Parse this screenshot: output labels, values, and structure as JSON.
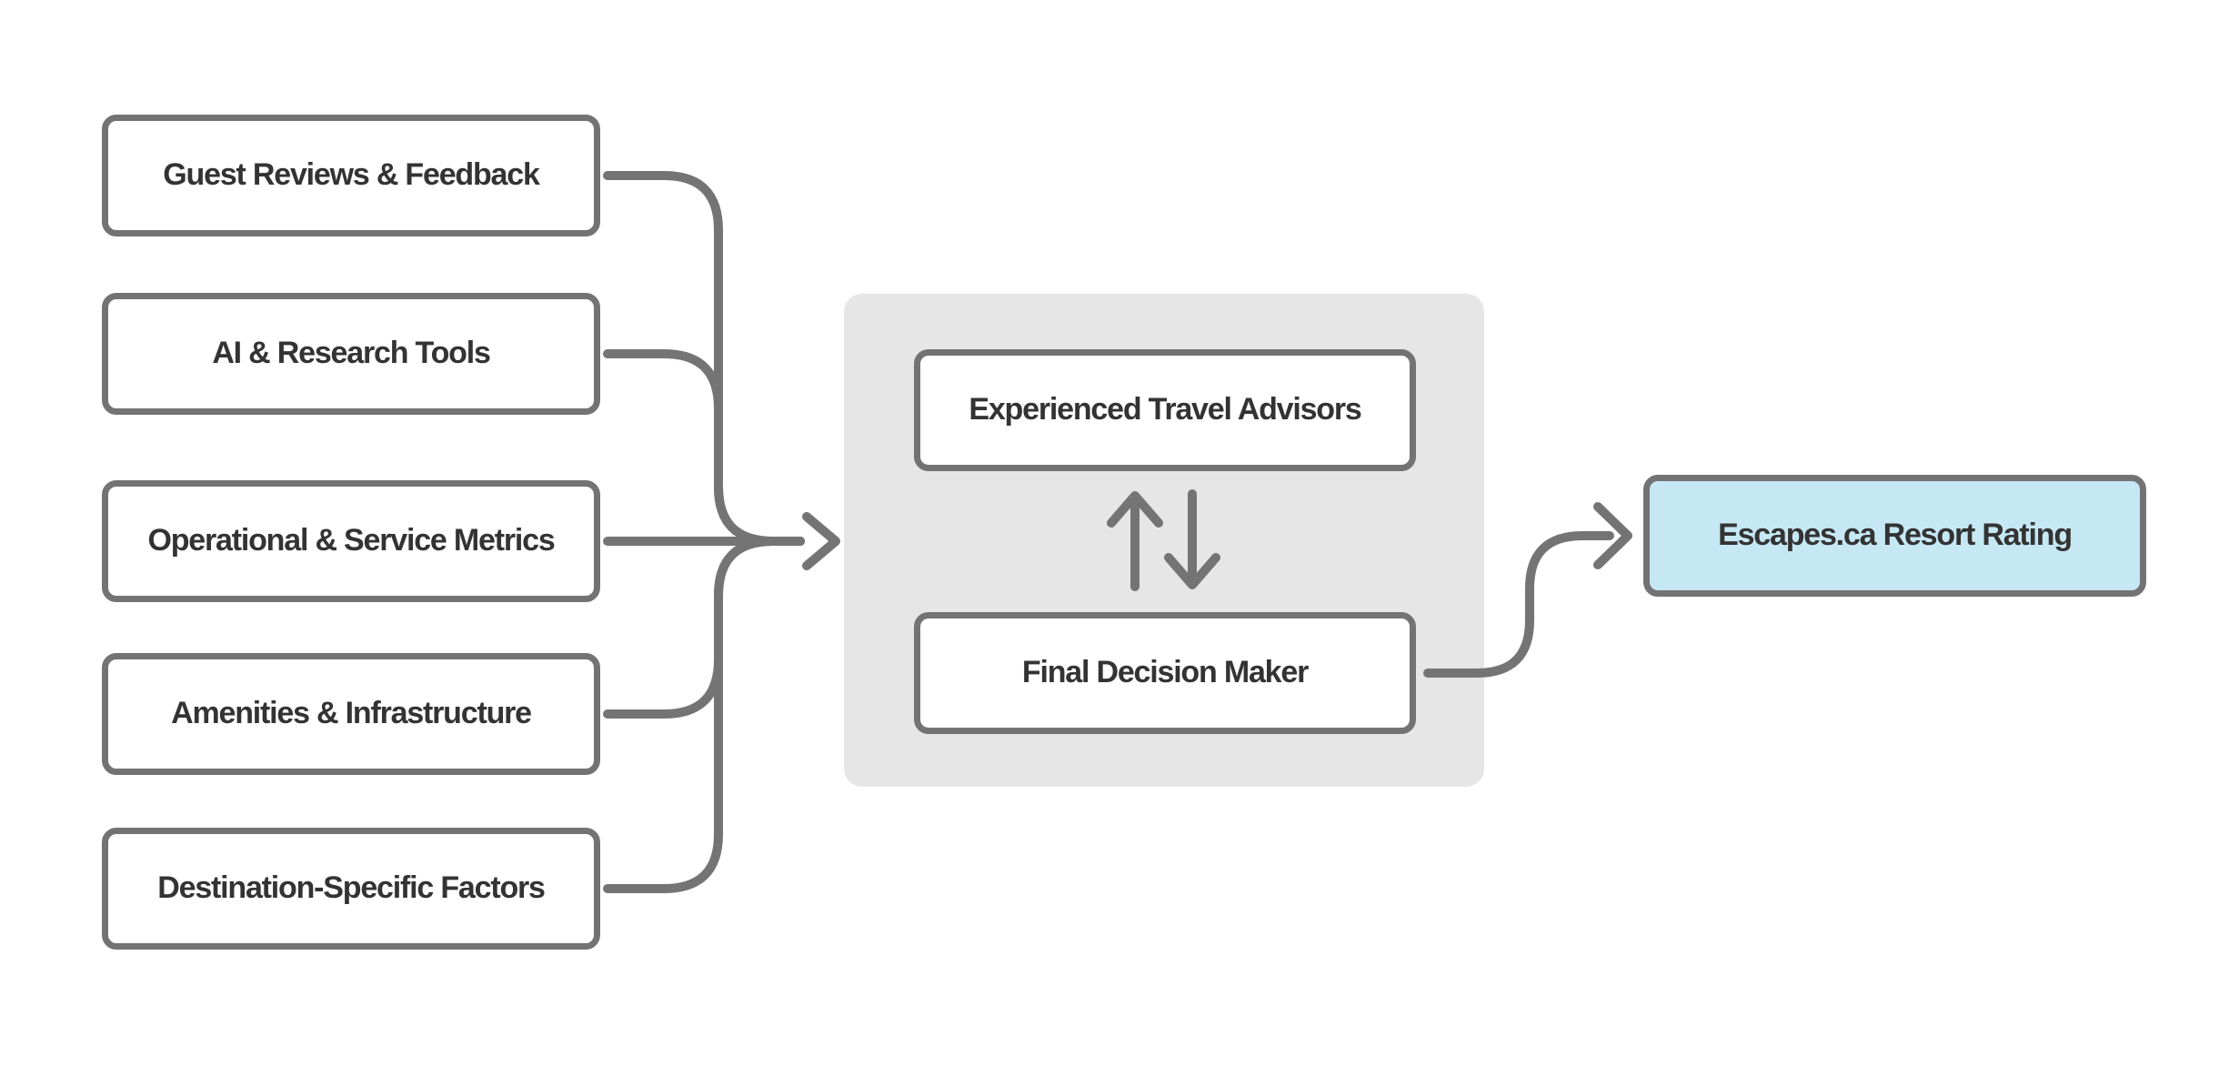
{
  "theme": {
    "background": "#ffffff",
    "line": "#747474",
    "node_border": "#737373",
    "node_bg": "#ffffff",
    "node_text": "#333333",
    "panel_bg": "#e6e6e6",
    "highlight_bg": "#c6e8f5"
  },
  "diagram": {
    "inputs": [
      {
        "label": "Guest Reviews & Feedback"
      },
      {
        "label": "AI & Research Tools"
      },
      {
        "label": "Operational & Service Metrics"
      },
      {
        "label": "Amenities & Infrastructure"
      },
      {
        "label": "Destination-Specific Factors"
      }
    ],
    "process_group": {
      "top": {
        "label": "Experienced Travel Advisors"
      },
      "bottom": {
        "label": "Final Decision Maker"
      }
    },
    "output": {
      "label": "Escapes.ca Resort Rating"
    }
  }
}
